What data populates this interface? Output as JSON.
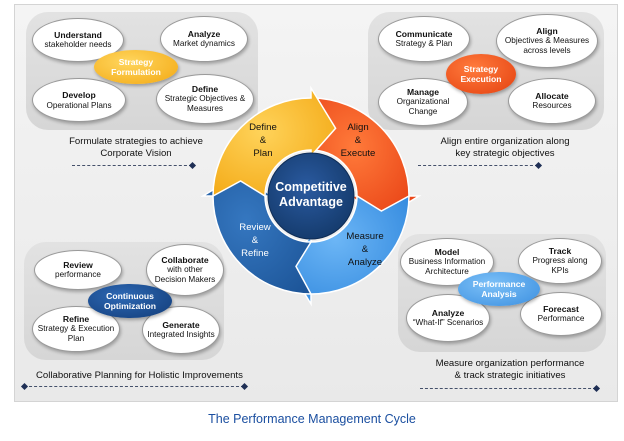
{
  "footer": "The Performance Management Cycle",
  "center": {
    "line1": "Competitive",
    "line2": "Advantage"
  },
  "segments": {
    "define_plan": [
      "Define",
      "&",
      "Plan"
    ],
    "align_execute": [
      "Align",
      "&",
      "Execute"
    ],
    "measure_analyze": [
      "Measure",
      "&",
      "Analyze"
    ],
    "review_refine": [
      "Review",
      "&",
      "Refine"
    ]
  },
  "colors": {
    "yellow": "#f7b21c",
    "red": "#ee4a1d",
    "sky": "#3f96e8",
    "navy": "#2260a9",
    "core": "#163f7b"
  },
  "strategy_formulation": {
    "label": "Strategy Formulation",
    "caption": [
      "Formulate strategies to achieve",
      "Corporate Vision"
    ],
    "understand": {
      "title": "Understand",
      "text": "stakeholder needs"
    },
    "analyze": {
      "title": "Analyze",
      "text": "Market dynamics"
    },
    "develop": {
      "title": "Develop",
      "text": "Operational Plans"
    },
    "define": {
      "title": "Define",
      "text": "Strategic Objectives & Measures"
    }
  },
  "strategy_execution": {
    "label": "Strategy Execution",
    "caption": [
      "Align entire organization along",
      "key strategic objectives"
    ],
    "communicate": {
      "title": "Communicate",
      "text": "Strategy & Plan"
    },
    "align": {
      "title": "Align",
      "text": "Objectives & Measures across levels"
    },
    "manage": {
      "title": "Manage",
      "text": "Organizational Change"
    },
    "allocate": {
      "title": "Allocate",
      "text": "Resources"
    }
  },
  "continuous_optimization": {
    "label": "Continuous Optimization",
    "caption": "Collaborative Planning for Holistic Improvements",
    "review": {
      "title": "Review",
      "text": "performance"
    },
    "collaborate": {
      "title": "Collaborate",
      "text": "with other Decision Makers"
    },
    "refine": {
      "title": "Refine",
      "text": "Strategy & Execution Plan"
    },
    "generate": {
      "title": "Generate",
      "text": "Integrated Insights"
    }
  },
  "performance_analysis": {
    "label": "Performance Analysis",
    "caption": [
      "Measure organization performance",
      "& track strategic initiatives"
    ],
    "model": {
      "title": "Model",
      "text": "Business Information Architecture"
    },
    "track": {
      "title": "Track",
      "text": "Progress along KPIs"
    },
    "analyze": {
      "title": "Analyze",
      "text": "“What-If” Scenarios"
    },
    "forecast": {
      "title": "Forecast",
      "text": "Performance"
    }
  }
}
